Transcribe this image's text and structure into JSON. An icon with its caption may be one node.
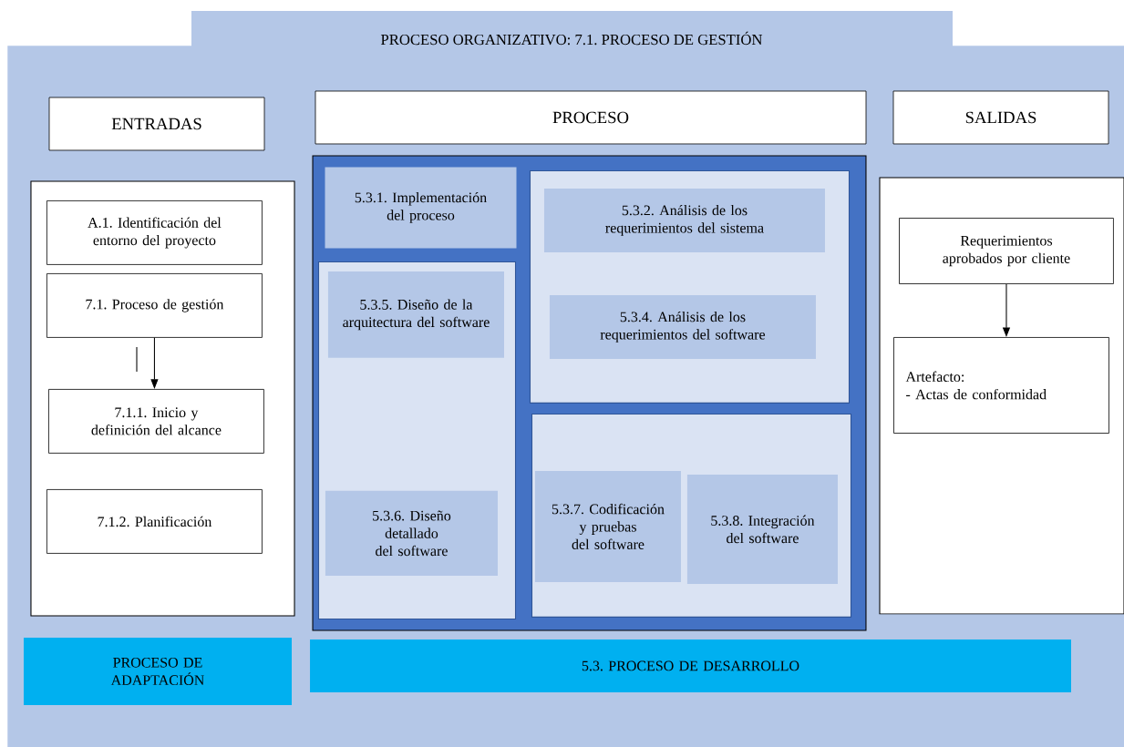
{
  "diagram": {
    "nodes": [
      {
        "text": [
          "PROCESO ORGANIZATIVO: 7.1. PROCESO DE GESTIÓN"
        ]
      },
      {
        "text": [
          "ENTRADAS"
        ],
        "in": 0
      },
      {
        "text": [
          "PROCESO"
        ],
        "in": 0
      },
      {
        "text": [
          "SALIDAS"
        ],
        "in": 0
      },
      {
        "text": [],
        "shape": "box",
        "in": 0
      },
      {
        "text": [
          "A.1. Identificación del entorno del proyecto"
        ],
        "in": 4
      },
      {
        "text": [
          "7.1. Proceso de gestión"
        ],
        "in": 4
      },
      {
        "text": [
          "7.1.1. Inicio y definición del alcance"
        ],
        "in": 4
      },
      {
        "text": [
          "7.1.2. Planificación"
        ],
        "in": 4
      },
      {
        "text": [],
        "shape": "box",
        "in": 0
      },
      {
        "text": [
          "5.3.1. Implementación del proceso"
        ],
        "in": 9
      },
      {
        "text": [],
        "shape": "box",
        "in": 9
      },
      {
        "text": [
          "5.3.5. Diseño de la arquitectura del software"
        ],
        "in": 11
      },
      {
        "text": [
          "5.3.6. Diseño detallado del software"
        ],
        "in": 11
      },
      {
        "text": [],
        "shape": "box",
        "in": 9
      },
      {
        "text": [
          "5.3.2. Análisis de los requerimientos del sistema"
        ],
        "in": 14
      },
      {
        "text": [
          "5.3.4. Análisis de los requerimientos del software"
        ],
        "in": 14
      },
      {
        "text": [],
        "shape": "box",
        "in": 9
      },
      {
        "text": [
          "5.3.7. Codificación y pruebas del software"
        ],
        "in": 17
      },
      {
        "text": [
          "5.3.8. Integración del software"
        ],
        "in": 17
      },
      {
        "text": [],
        "shape": "box",
        "in": 0
      },
      {
        "text": [
          "Requerimientos aprobados por cliente"
        ],
        "in": 20
      },
      {
        "text": [
          "Artefacto:",
          "- Actas de conformidad"
        ],
        "in": 20
      },
      {
        "text": [
          "PROCESO DE ADAPTACIÓN"
        ],
        "in": 0
      },
      {
        "text": [
          "5.3. PROCESO DE DESARROLLO"
        ],
        "in": 0
      }
    ],
    "edges": [
      {
        "from": 6,
        "to": 7,
        "arrow": "to"
      },
      {
        "from": 21,
        "to": 22,
        "arrow": "to"
      }
    ]
  }
}
